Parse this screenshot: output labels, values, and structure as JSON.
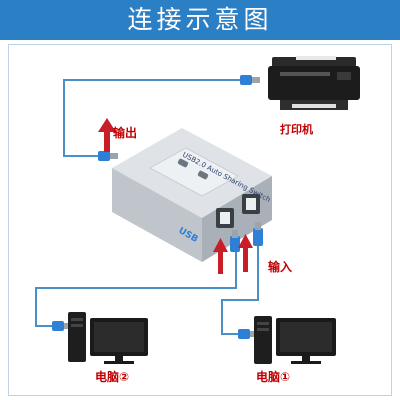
{
  "title": "连接示意图",
  "labels": {
    "printer": "打印机",
    "output": "输出",
    "input": "输入",
    "pc2": "电脑②",
    "pc1": "电脑①"
  },
  "device": {
    "face_text": "USB2.0 Auto Sharing Switch",
    "logo_text": "USB"
  },
  "colors": {
    "header_bg": "#2b7fc4",
    "cable": "#4a90c8",
    "arrow": "#c81e2a",
    "usb_blue": "#2e7fd6",
    "label_red": "#c00000"
  },
  "icons": [
    "printer-icon",
    "usb-switch-box",
    "computer-monitor-icon",
    "computer-tower-icon",
    "usb-a-plug-icon",
    "usb-b-plug-icon",
    "red-arrow-up-icon"
  ]
}
